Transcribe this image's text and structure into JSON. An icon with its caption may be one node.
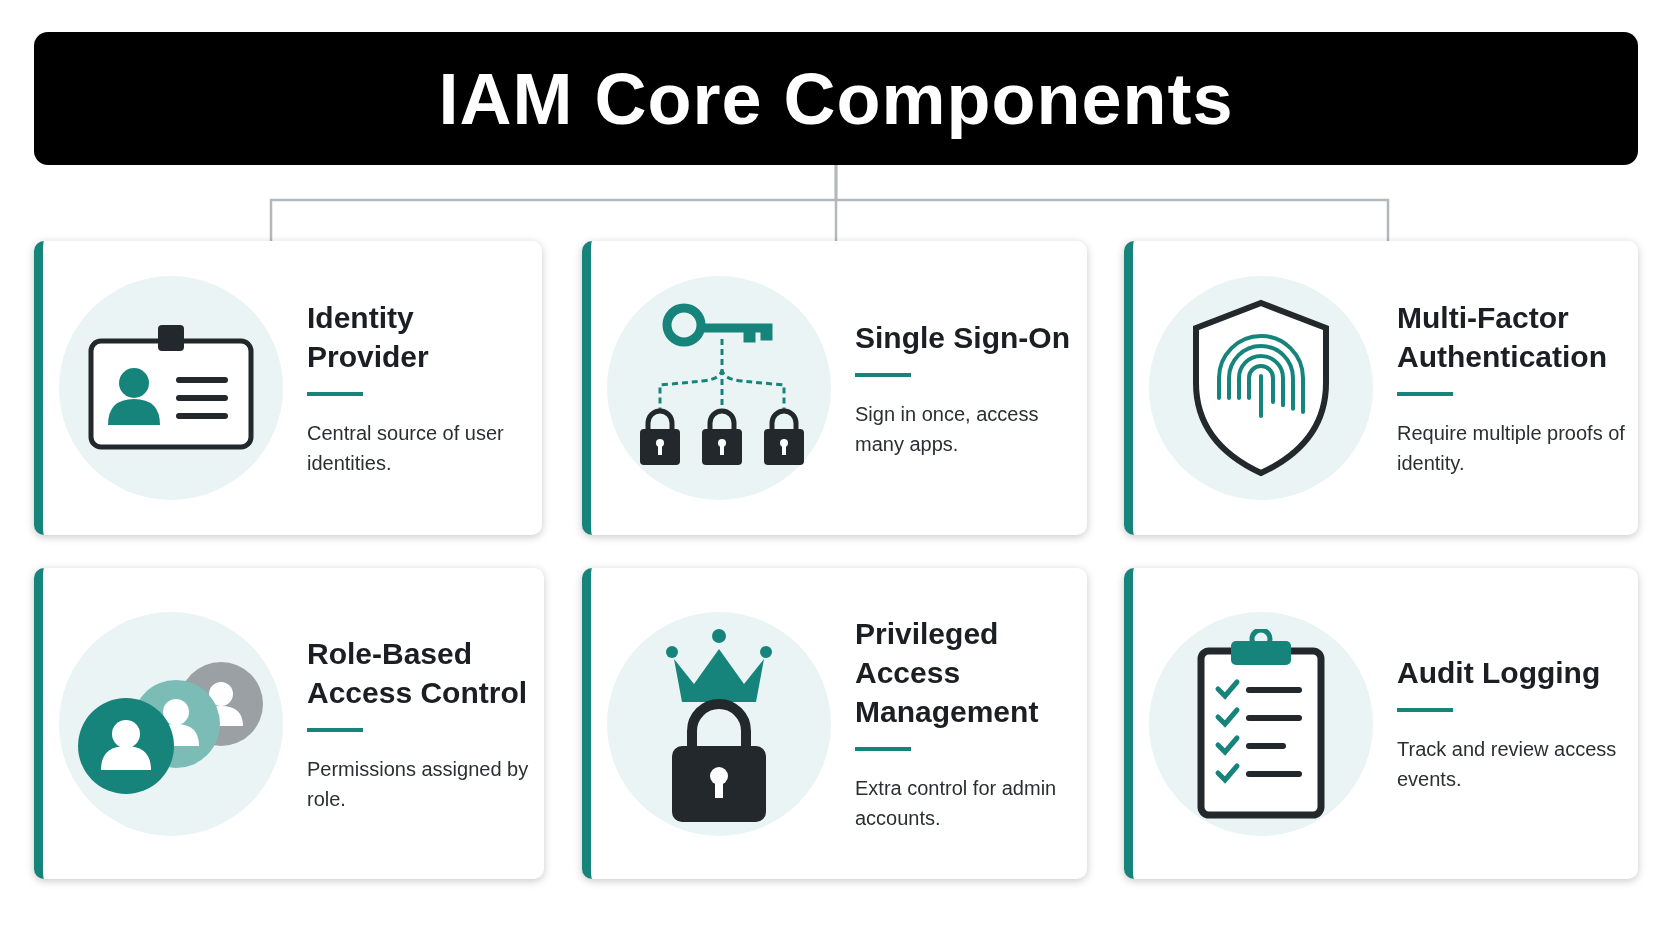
{
  "diagram": {
    "nodes": [
      {
        "text": [
          "IAM Core Components"
        ]
      },
      {
        "text": [
          "Identity Provider",
          "Central source of user identities."
        ]
      },
      {
        "text": [
          "Single Sign-On",
          "Sign in once, access many apps."
        ]
      },
      {
        "text": [
          "Multi-Factor Authentication",
          "Require multiple proofs of identity."
        ]
      },
      {
        "text": [
          "Role-Based Access Control",
          "Permissions assigned by role."
        ]
      },
      {
        "text": [
          "Privileged Access Management",
          "Extra control for admin accounts."
        ]
      },
      {
        "text": [
          "Audit Logging",
          "Track and review access events."
        ]
      }
    ],
    "edges": [
      {
        "from": 0,
        "to": 1,
        "arrow": "none"
      },
      {
        "from": 0,
        "to": 2,
        "arrow": "none"
      },
      {
        "from": 0,
        "to": 3,
        "arrow": "none"
      }
    ]
  }
}
